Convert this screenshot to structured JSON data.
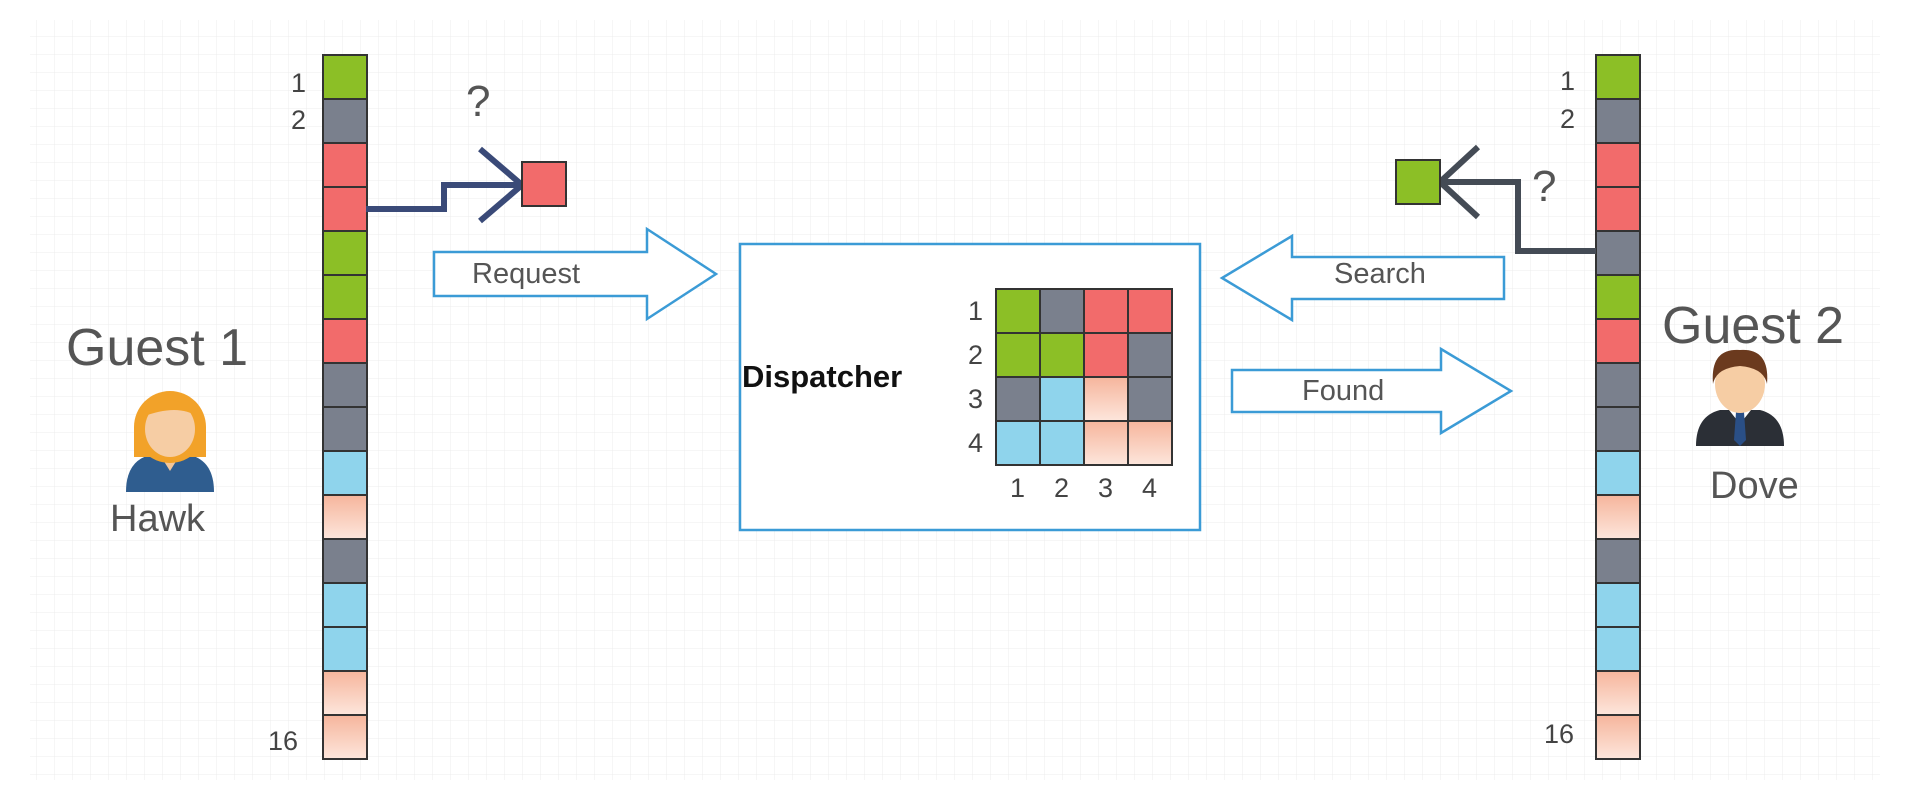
{
  "colors": {
    "green": "#8cbf26",
    "gray": "#7a808d",
    "red": "#f26b6b",
    "blue": "#8fd4ec",
    "peach_top": "#f6b59c",
    "peach_bottom": "#fde6dc",
    "arrow_outline": "#3b9bd6",
    "dispatcher_border": "#3b9bd6",
    "connector": "#3a4a78",
    "connector_right": "#444b55",
    "grid": "#ececec"
  },
  "guest1": {
    "title": "Guest 1",
    "name": "Hawk",
    "avatar_icon": "female-user-icon",
    "index_first": "1",
    "index_second": "2",
    "index_last": "16",
    "cells": [
      "green",
      "gray",
      "red",
      "red",
      "green",
      "green",
      "red",
      "gray",
      "gray",
      "blue",
      "peach",
      "gray",
      "blue",
      "blue",
      "peach",
      "peach"
    ]
  },
  "guest2": {
    "title": "Guest 2",
    "name": "Dove",
    "avatar_icon": "male-user-icon",
    "index_first": "1",
    "index_second": "2",
    "index_last": "16",
    "cells": [
      "green",
      "gray",
      "red",
      "red",
      "gray",
      "green",
      "red",
      "gray",
      "gray",
      "blue",
      "peach",
      "gray",
      "blue",
      "blue",
      "peach",
      "peach"
    ]
  },
  "left_query": {
    "mark": "?",
    "block_color": "red"
  },
  "right_query": {
    "mark": "?",
    "block_color": "green"
  },
  "arrows": {
    "request": "Request",
    "search": "Search",
    "found": "Found"
  },
  "dispatcher": {
    "title": "Dispatcher",
    "row_labels": [
      "1",
      "2",
      "3",
      "4"
    ],
    "col_labels": [
      "1",
      "2",
      "3",
      "4"
    ],
    "matrix": [
      [
        "green",
        "gray",
        "red",
        "red"
      ],
      [
        "green",
        "green",
        "red",
        "gray"
      ],
      [
        "gray",
        "blue",
        "peach",
        "gray"
      ],
      [
        "blue",
        "blue",
        "peach",
        "peach"
      ]
    ]
  }
}
